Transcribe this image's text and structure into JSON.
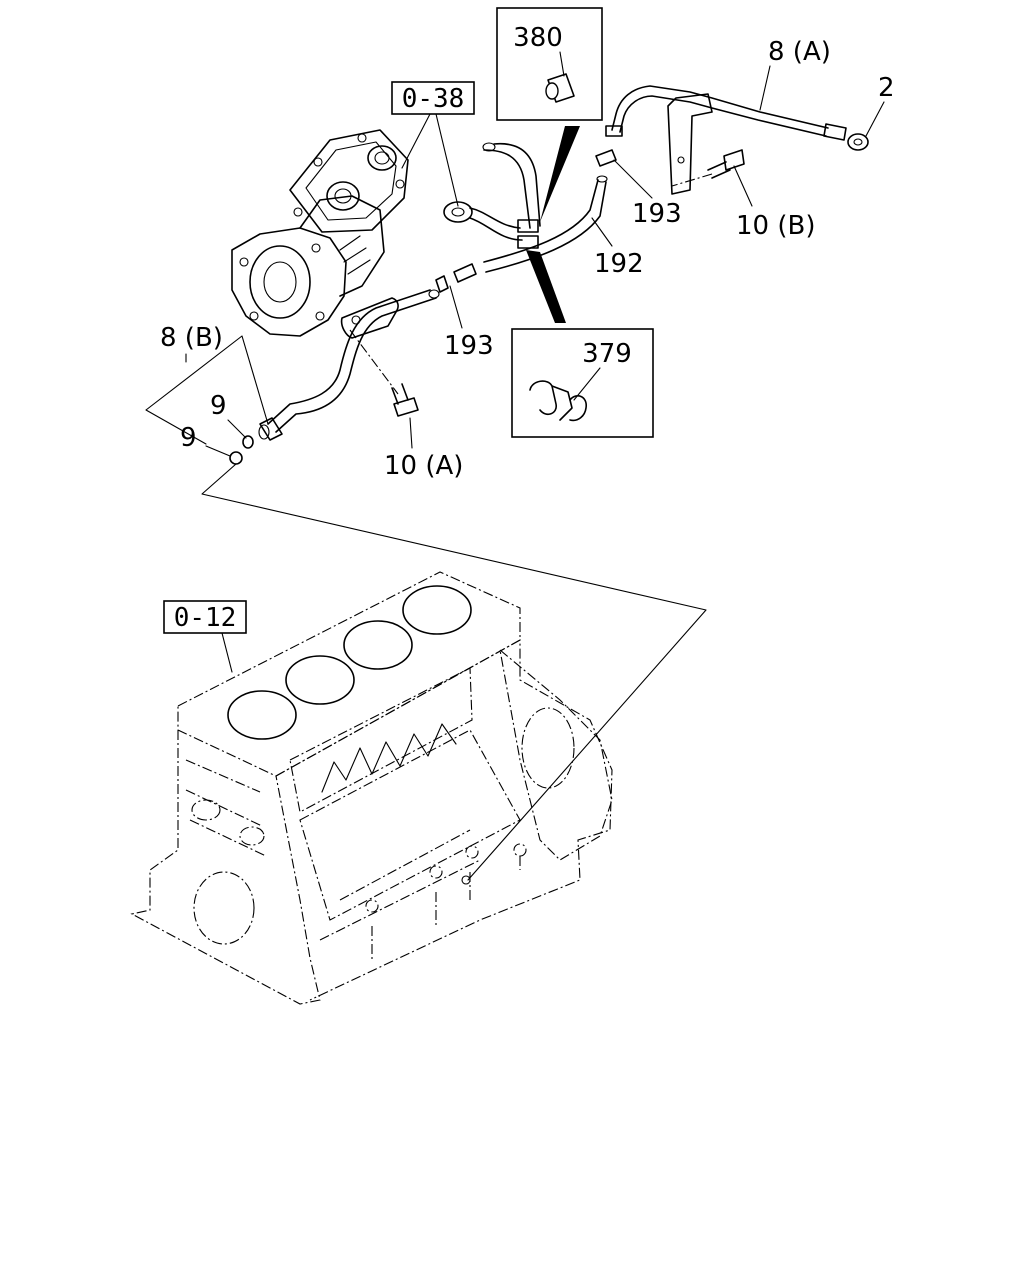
{
  "callouts": {
    "ref_0_38": "0-38",
    "ref_0_12": "0-12",
    "inset_380": "380",
    "inset_379": "379",
    "p8A": "8 (A)",
    "p2": "2",
    "p193_top": "193",
    "p10B": "10 (B)",
    "p192": "192",
    "p193_mid": "193",
    "p8B": "8 (B)",
    "p9_a": "9",
    "p9_b": "9",
    "p10A": "10 (A)"
  }
}
